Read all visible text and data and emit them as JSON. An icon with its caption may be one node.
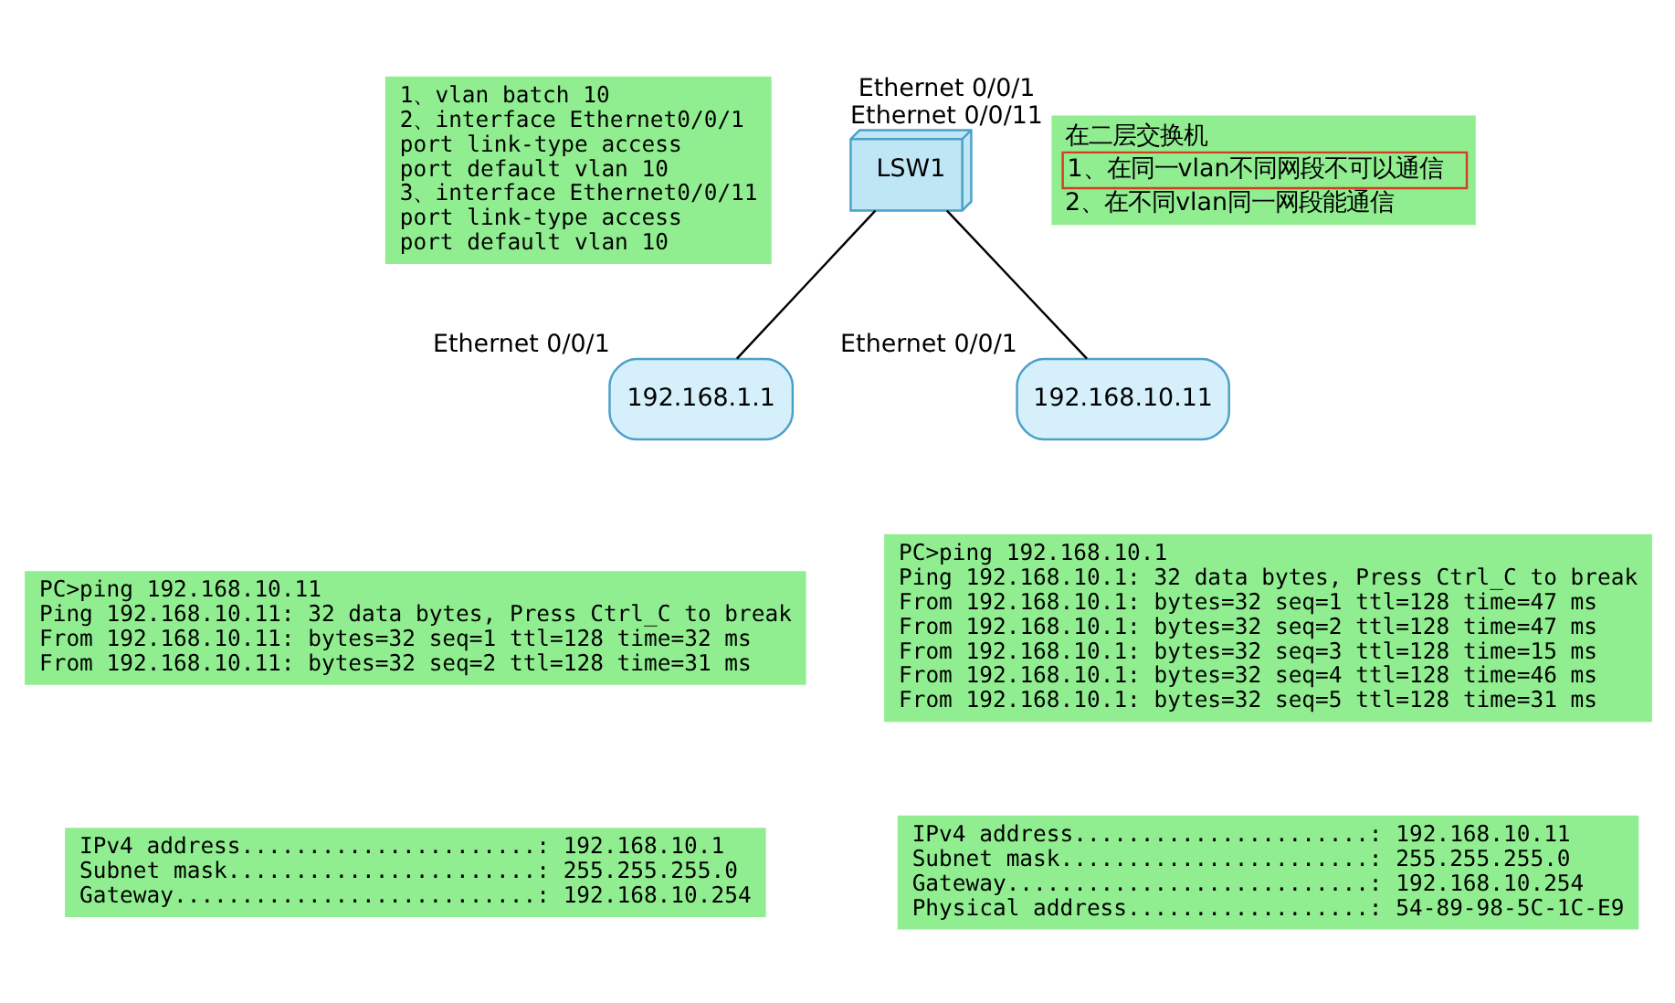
{
  "diagram": {
    "nodes": [
      {
        "text": [
          "1、vlan batch 10",
          "2、interface Ethernet0/0/1",
          "port link-type access",
          "port default vlan 10",
          "3、interface Ethernet0/0/11",
          "port link-type access",
          "port default vlan 10"
        ]
      },
      {
        "text": [
          "在二层交换机",
          "1、在同一vlan不同网段不可以通信",
          "2、在不同vlan同一网段能通信"
        ]
      },
      {
        "text": [
          "LSW1"
        ],
        "beside": [
          "Ethernet 0/0/1",
          "Ethernet 0/0/11"
        ]
      },
      {
        "text": [
          "192.168.1.1"
        ],
        "beside": [
          "Ethernet 0/0/1"
        ]
      },
      {
        "text": [
          "192.168.10.11"
        ],
        "beside": [
          "Ethernet 0/0/1"
        ]
      },
      {
        "text": [
          "PC>ping 192.168.10.11",
          "Ping 192.168.10.11: 32 data bytes, Press Ctrl_C to break",
          "From 192.168.10.11: bytes=32 seq=1 ttl=128 time=32 ms",
          "From 192.168.10.11: bytes=32 seq=2 ttl=128 time=31 ms"
        ]
      },
      {
        "text": [
          "IPv4 address......................: 192.168.10.1",
          "Subnet mask.......................: 255.255.255.0",
          "Gateway...........................: 192.168.10.254"
        ]
      },
      {
        "text": [
          "PC>ping 192.168.10.1",
          "Ping 192.168.10.1: 32 data bytes, Press Ctrl_C to break",
          "From 192.168.10.1: bytes=32 seq=1 ttl=128 time=47 ms",
          "From 192.168.10.1: bytes=32 seq=2 ttl=128 time=47 ms",
          "From 192.168.10.1: bytes=32 seq=3 ttl=128 time=15 ms",
          "From 192.168.10.1: bytes=32 seq=4 ttl=128 time=46 ms",
          "From 192.168.10.1: bytes=32 seq=5 ttl=128 time=31 ms"
        ]
      },
      {
        "text": [
          "IPv4 address......................: 192.168.10.11",
          "Subnet mask.......................: 255.255.255.0",
          "Gateway...........................: 192.168.10.254",
          "Physical address..................: 54-89-98-5C-1C-E9"
        ]
      }
    ],
    "edges": [
      {
        "from": 2,
        "to": 3,
        "arrow": "none"
      },
      {
        "from": 2,
        "to": 4,
        "arrow": "none"
      }
    ]
  }
}
